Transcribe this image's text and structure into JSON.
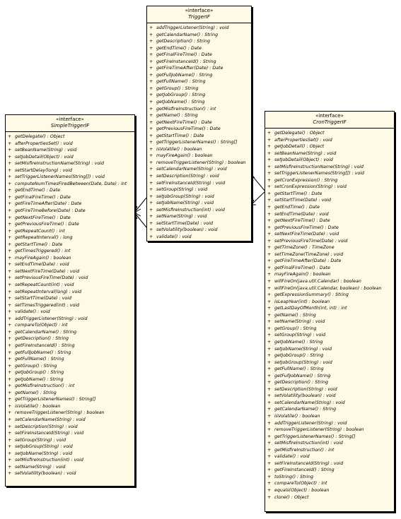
{
  "trigger_if": {
    "stereotype": "«interface»",
    "name": "TriggerIF",
    "methods": [
      "addTriggerListener(String) : void",
      "getCalendarName() : String",
      "getDescription() : String",
      "getEndTime() : Date",
      "getFinalFireTime() : Date",
      "getFireInstanceId() : String",
      "getFireTimeAfter(Date) : Date",
      "getFullJobName() : String",
      "getFullName() : String",
      "getGroup() : String",
      "getJobGroup() : String",
      "getJobName() : String",
      "getMisfireInstruction() : int",
      "getName() : String",
      "getNextFireTime() : Date",
      "getPreviousFireTime() : Date",
      "getStartTime() : Date",
      "getTriggerListenerNames() : String[]",
      "isVolatile() : boolean",
      "mayFireAgain() : boolean",
      "removeTriggerListener(String) : boolean",
      "setCalendarName(String) : void",
      "setDescription(String) : void",
      "setFireInstanceId(String) : void",
      "setGroup(String) : void",
      "setJobGroup(String) : void",
      "setJobName(String) : void",
      "setMisfireInstruction(int) : void",
      "setName(String) : void",
      "setStartTime(Date) : void",
      "setVolatility(boolean) : void",
      "validate() : void"
    ]
  },
  "simple_trigger_if": {
    "stereotype": "«interface»",
    "name": "SimpleTriggerIF",
    "methods": [
      "getDelegate() : Object",
      "afterPropertiesSet() : void",
      "setBeanName(String) : void",
      "setJobDetail(Object) : void",
      "setMisfireInstructionName(String) : void",
      "setStartDelay(long) : void",
      "setTriggerListenerNames(String[]) : void",
      "computeNumTimesFiredBetween(Date, Date) : int",
      "getEndTime() : Date",
      "getFinalFireTime() : Date",
      "getFireTimeAfter(Date) : Date",
      "getFireTimeBefore(Date) : Date",
      "getNextFireTime() : Date",
      "getPreviousFireTime() : Date",
      "getRepeatCount() : int",
      "getRepeatInterval() : long",
      "getStartTime() : Date",
      "getTimesTriggered() : int",
      "mayFireAgain() : boolean",
      "setEndTime(Date) : void",
      "setNextFireTime(Date) : void",
      "setPreviousFireTime(Date) : void",
      "setRepeatCount(int) : void",
      "setRepeatInterval(long) : void",
      "setStartTime(Date) : void",
      "setTimesTriggered(int) : void",
      "validate() : void",
      "addTriggerListener(String) : void",
      "compareTo(Object) : int",
      "getCalendarName() : String",
      "getDescription() : String",
      "getFireInstanceId() : String",
      "getFullJobName() : String",
      "getFullName() : String",
      "getGroup() : String",
      "getJobGroup() : String",
      "getJobName() : String",
      "getMisfireInstruction() : int",
      "getName() : String",
      "getTriggerListenerNames() : String[]",
      "isVolatile() : boolean",
      "removeTriggerListener(String) : boolean",
      "setCalendarName(String) : void",
      "setDescription(String) : void",
      "setFireInstanceId(String) : void",
      "setGroup(String) : void",
      "setJobGroup(String) : void",
      "setJobName(String) : void",
      "setMisfireInstruction(int) : void",
      "setName(String) : void",
      "setVolatility(boolean) : void"
    ]
  },
  "cron_trigger_if": {
    "stereotype": "«interface»",
    "name": "CronTriggerIF",
    "methods": [
      "getDelegate() : Object",
      "afterPropertiesSet() : void",
      "getJobDetail() : Object",
      "setBeanName(String) : void",
      "setJobDetail(Object) : void",
      "setMisfireInstructionName(String) : void",
      "setTriggerListenerNames(String[]) : void",
      "getCronExpression() : String",
      "setCronExpression(String) : void",
      "getStartTime() : Date",
      "setStartTime(Date) : void",
      "getEndTime() : Date",
      "setEndTime(Date) : void",
      "getNextFireTime() : Date",
      "getPreviousFireTime() : Date",
      "setNextFireTime(Date) : void",
      "setPreviousFireTime(Date) : void",
      "getTimeZone() : TimeZone",
      "setTimeZone(TimeZone) : void",
      "getFireTimeAfter(Date) : Date",
      "getFinalFireTime() : Date",
      "mayFireAgain() : boolean",
      "willFireOn(java.util.Calendar) : boolean",
      "willFireOn(java.util.Calendar, boolean) : boolean",
      "getExpressionSummary() : String",
      "isLeapYear(int) : boolean",
      "getLastDayOfMonth(int, int) : int",
      "getName() : String",
      "setName(String) : void",
      "getGroup() : String",
      "setGroup(String) : void",
      "getJobName() : String",
      "setJobName(String) : void",
      "getJobGroup() : String",
      "setJobGroup(String) : void",
      "getFullName() : String",
      "getFullJobName() : String",
      "getDescription() : String",
      "setDescription(String) : void",
      "setVolatility(boolean) : void",
      "setCalendarName(String) : void",
      "getCalendarName() : String",
      "isVolatile() : boolean",
      "addTriggerListener(String) : void",
      "removeTriggerListener(String) : boolean",
      "getTriggerListenerNames() : String[]",
      "setMisfireInstruction(int) : void",
      "getMisfireInstruction() : int",
      "validate() : void",
      "setFireInstanceId(String) : void",
      "getFireInstanceId() : String",
      "toString() : String",
      "compareTo(Object) : int",
      "equals(Object) : boolean",
      "clone() : Object"
    ]
  }
}
